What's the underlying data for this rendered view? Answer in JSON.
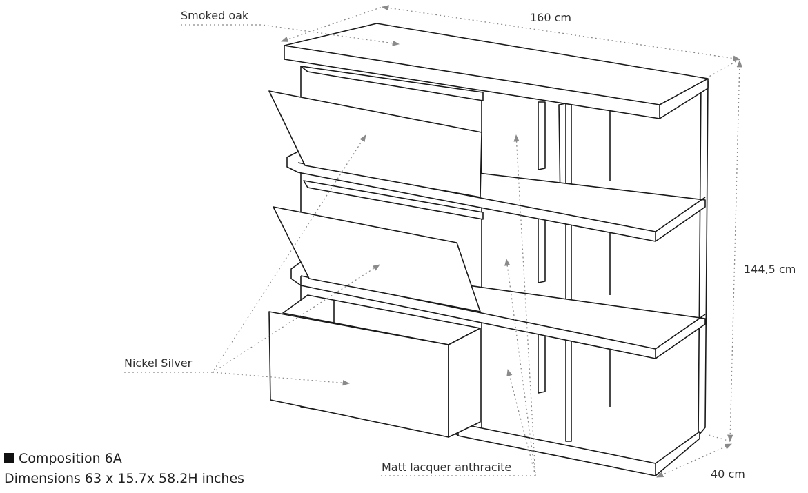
{
  "labels": {
    "smoked_oak": "Smoked oak",
    "width": "160 cm",
    "height": "144,5 cm",
    "depth": "40 cm",
    "nickel_silver": "Nickel Silver",
    "matt_lacquer": "Matt lacquer anthracite"
  },
  "caption": {
    "bullet_icon": "square-bullet-icon",
    "composition": "Composition 6A",
    "dimensions": "Dimensions 63 x 15.7x 58.2H inches"
  },
  "colors": {
    "line": "#1a1a1a",
    "dotted": "#8a8a8a",
    "text": "#2e2e2e"
  }
}
